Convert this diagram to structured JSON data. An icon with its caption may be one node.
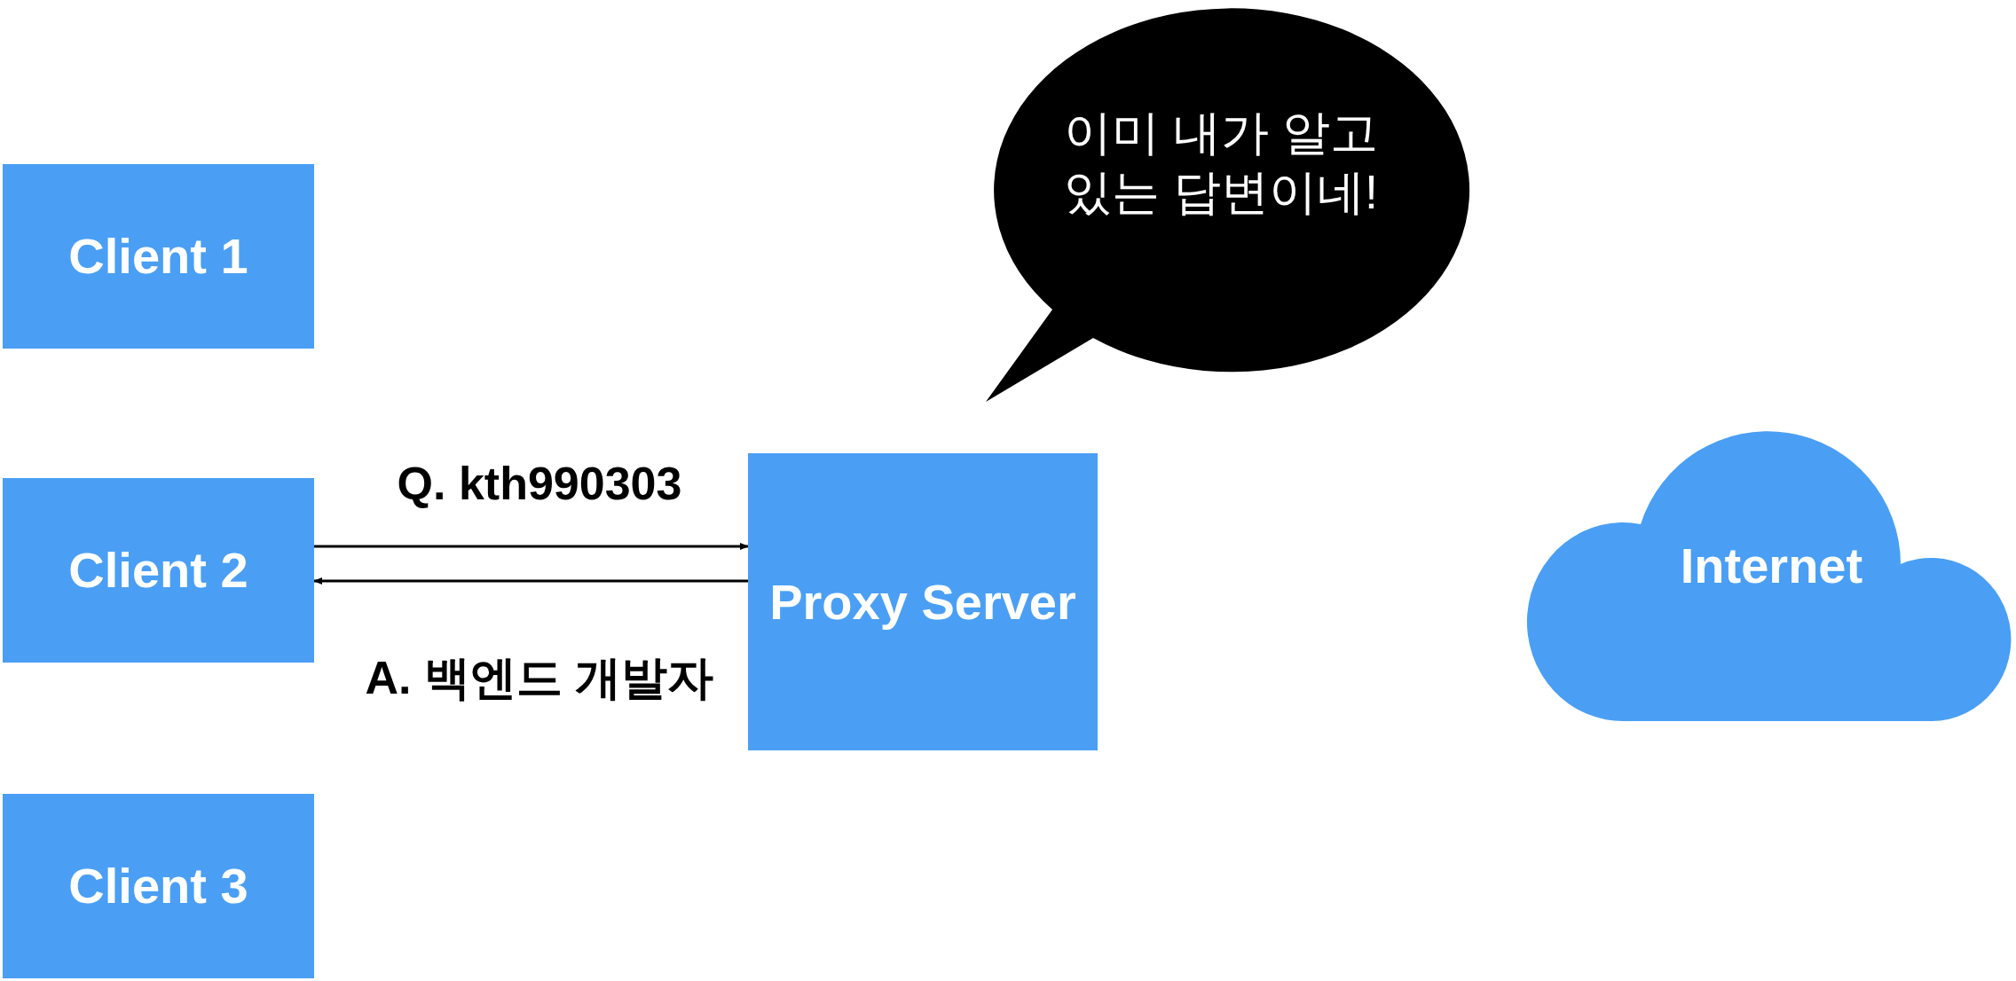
{
  "diagram": {
    "nodes": [
      {
        "text": [
          "Client 1"
        ]
      },
      {
        "text": [
          "Client 2"
        ]
      },
      {
        "text": [
          "Client 3"
        ]
      },
      {
        "text": [
          "Proxy Server"
        ]
      },
      {
        "text": [
          "Internet"
        ]
      },
      {
        "text": [
          "이미 내가 알고 있는 답변이네!"
        ]
      }
    ],
    "edges": [
      {
        "from": 1,
        "to": 3,
        "arrow": "to",
        "label": "Q. kth990303"
      },
      {
        "from": 3,
        "to": 1,
        "arrow": "to",
        "label": "A. 백엔드 개발자"
      }
    ]
  }
}
